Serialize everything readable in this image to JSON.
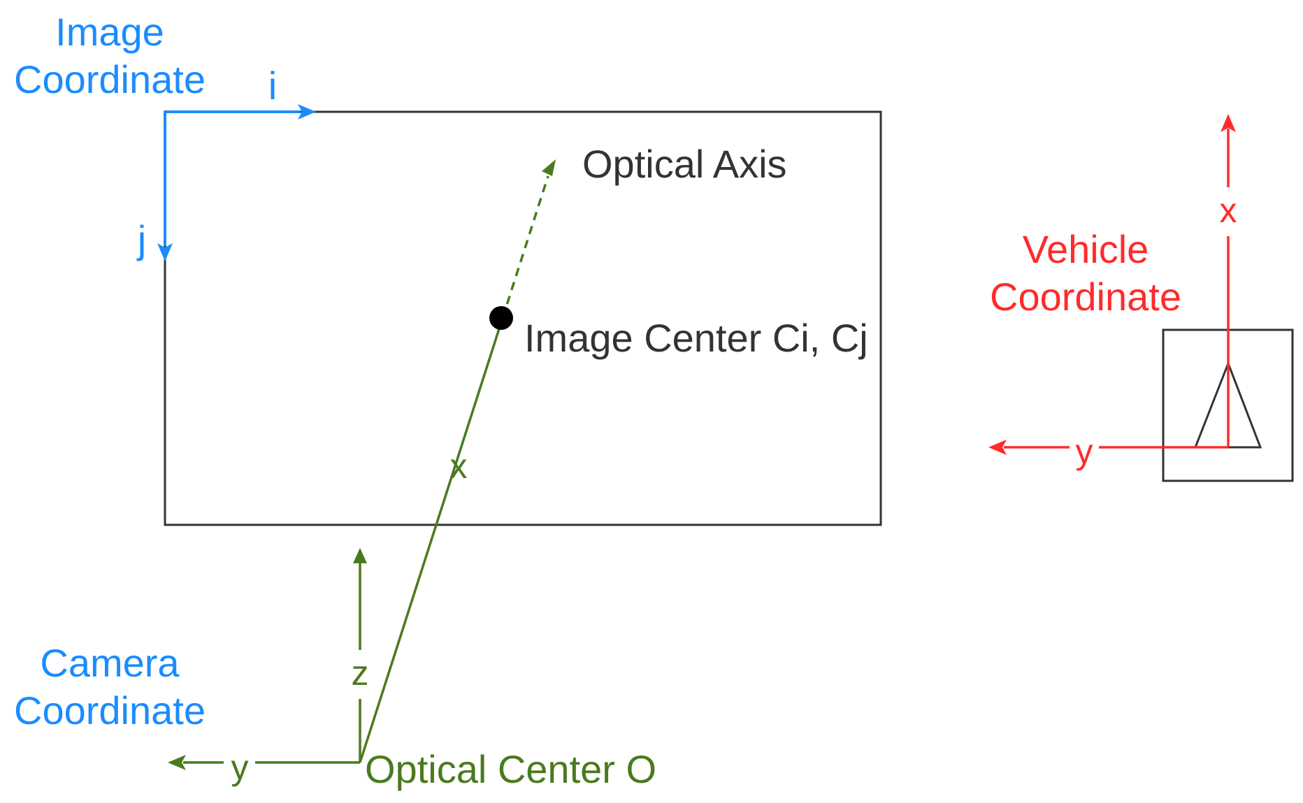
{
  "colors": {
    "image_coord": "#1a8cff",
    "camera_coord": "#4a7a1e",
    "vehicle_coord": "#ff2b2b",
    "frame": "#333333",
    "text": "#333333",
    "dot": "#000000"
  },
  "image_coordinate": {
    "title_line1": "Image",
    "title_line2": "Coordinate",
    "axis_i": "i",
    "axis_j": "j"
  },
  "optical": {
    "axis_label": "Optical Axis",
    "center_label": "Image Center Ci, Cj",
    "x_label": "x",
    "origin_label": "Optical Center O"
  },
  "camera_coordinate": {
    "title_line1": "Camera",
    "title_line2": "Coordinate",
    "axis_y": "y",
    "axis_z": "z"
  },
  "vehicle_coordinate": {
    "title_line1": "Vehicle",
    "title_line2": "Coordinate",
    "axis_x": "x",
    "axis_y": "y"
  }
}
